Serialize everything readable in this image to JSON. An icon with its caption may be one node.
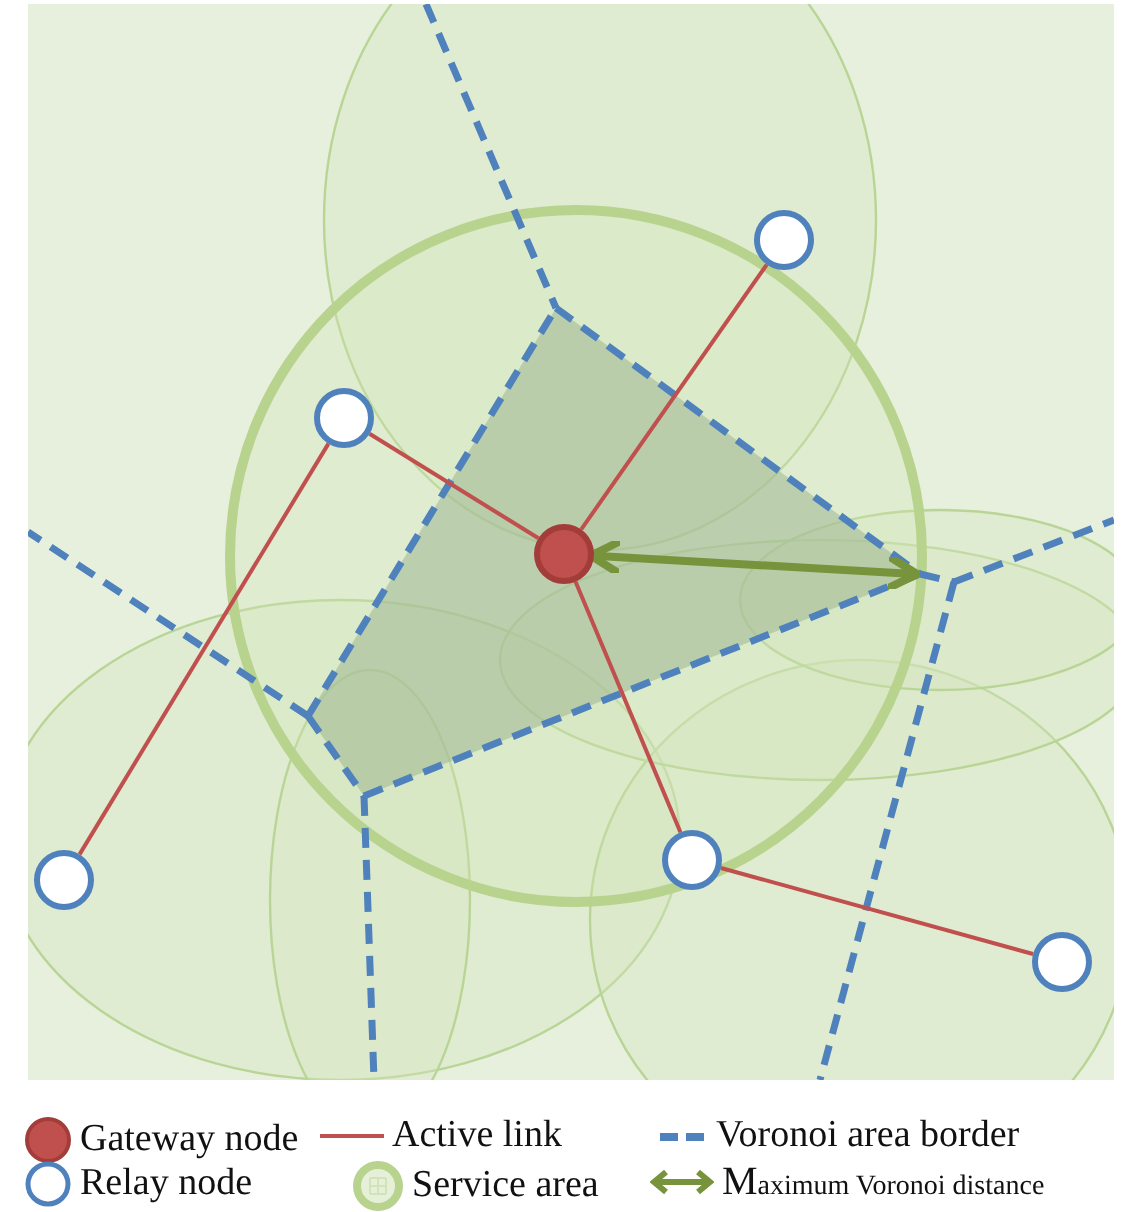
{
  "diagram": {
    "nodes": [
      {
        "text": [],
        "shape": "circle"
      },
      {
        "text": [],
        "shape": "circle"
      },
      {
        "text": [],
        "shape": "dot"
      },
      {
        "text": [],
        "shape": "circle"
      },
      {
        "text": [],
        "shape": "circle"
      },
      {
        "text": [],
        "shape": "circle"
      }
    ],
    "edges": [
      {
        "from": 2,
        "to": 0,
        "arrow": "none"
      },
      {
        "from": 2,
        "to": 1,
        "arrow": "none"
      },
      {
        "from": 2,
        "to": 3,
        "arrow": "none"
      },
      {
        "from": 1,
        "to": 4,
        "arrow": "none"
      },
      {
        "from": 3,
        "to": 5,
        "arrow": "none"
      },
      {
        "from": 2,
        "to": null,
        "arrow": "both",
        "style": "thick",
        "color": "#77933c"
      }
    ],
    "legend": [
      {
        "text": "Gateway node"
      },
      {
        "text": "Active link"
      },
      {
        "text": "Voronoi area border"
      },
      {
        "text": "Relay node"
      },
      {
        "text": "Service area"
      },
      {
        "text": "Maximum Voronoi distance"
      }
    ]
  }
}
